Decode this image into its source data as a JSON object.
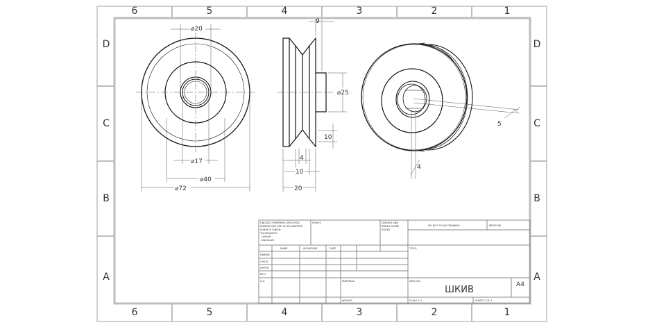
{
  "zones": {
    "columns": [
      "6",
      "5",
      "4",
      "3",
      "2",
      "1"
    ],
    "rows": [
      "D",
      "C",
      "B",
      "A"
    ]
  },
  "dimensions": {
    "front": {
      "d20": "⌀20",
      "d17": "⌀17",
      "d40": "⌀40",
      "d72": "⌀72"
    },
    "side": {
      "w9": "9",
      "d25": "⌀25",
      "h10": "10",
      "w4": "4",
      "w10": "10",
      "w20": "20"
    },
    "iso": {
      "c5": "5",
      "c4": "4"
    }
  },
  "title_block": {
    "notes": [
      "UNLESS OTHERWISE SPECIFIED:",
      "DIMENSIONS ARE IN MILLIMETERS",
      "SURFACE FINISH:",
      "TOLERANCES:",
      "LINEAR:",
      "ANGULAR:"
    ],
    "finish_label": "FINISH:",
    "deburr": [
      "DEBURR AND",
      "BREAK SHARP",
      "EDGES"
    ],
    "do_not_scale": "DO NOT SCALE DRAWING",
    "revision": "REVISION",
    "col_headers": [
      "NAME",
      "SIGNATURE",
      "DATE"
    ],
    "row_labels": [
      "DRAWN",
      "CHK'D",
      "APPV'D",
      "MFG",
      "Q.A"
    ],
    "title_label": "TITLE:",
    "material": "MATERIAL:",
    "weight": "WEIGHT:",
    "dwg_no": "DWG NO.",
    "part_name": "ШКИВ",
    "size": "A4",
    "scale": "SCALE:1:1",
    "sheet": "SHEET 1 OF 1"
  }
}
